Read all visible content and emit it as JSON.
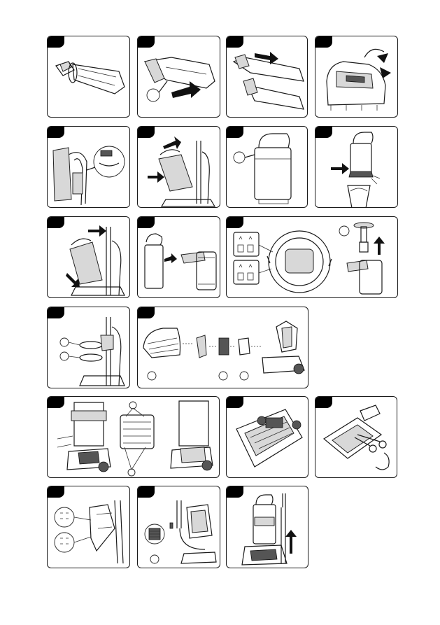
{
  "page": {
    "background": "#ffffff",
    "panel_border": "#1a1a1a",
    "tab_color": "#000000"
  },
  "figures": [
    {
      "id": "fig-1",
      "depicts": "crevice-tool-with-brush"
    },
    {
      "id": "fig-2",
      "depicts": "brush-slides-onto-crevice-tool"
    },
    {
      "id": "fig-3",
      "depicts": "brush-attachment-positions"
    },
    {
      "id": "fig-4",
      "depicts": "mini-turbo-brush-rotate"
    },
    {
      "id": "fig-5",
      "depicts": "hose-release-latch"
    },
    {
      "id": "fig-6",
      "depicts": "lift-dust-bin-off"
    },
    {
      "id": "fig-7",
      "depicts": "dust-bin-detached"
    },
    {
      "id": "fig-8",
      "depicts": "empty-bin-into-trash"
    },
    {
      "id": "fig-9",
      "depicts": "reinstall-dust-bin"
    },
    {
      "id": "fig-10",
      "depicts": "separate-bin-lid"
    },
    {
      "id": "fig-11",
      "depicts": "cyclone-filter-lock-positions"
    },
    {
      "id": "fig-12",
      "depicts": "pre-motor-filters"
    },
    {
      "id": "fig-13",
      "depicts": "post-motor-filter-assembly"
    },
    {
      "id": "fig-14",
      "depicts": "exhaust-filter-cover"
    },
    {
      "id": "fig-15",
      "depicts": "brush-roll-underside"
    },
    {
      "id": "fig-16",
      "depicts": "cut-hair-from-brush"
    },
    {
      "id": "fig-17",
      "depicts": "hose-lock-positions"
    },
    {
      "id": "fig-18",
      "depicts": "hose-connection"
    },
    {
      "id": "fig-19",
      "depicts": "extend-wand"
    }
  ]
}
